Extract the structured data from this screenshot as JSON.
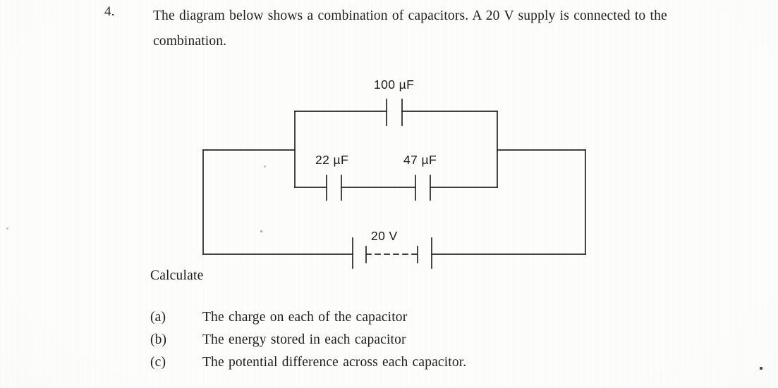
{
  "question": {
    "number": "4.",
    "text": "The diagram below shows a combination of capacitors. A 20 V supply is connected to the combination.",
    "calculate_label": "Calculate",
    "sub_questions": [
      {
        "tag": "(a)",
        "text": "The charge on each of the capacitor"
      },
      {
        "tag": "(b)",
        "text": "The energy stored in each capacitor"
      },
      {
        "tag": "(c)",
        "text": "The potential difference across each capacitor."
      }
    ]
  },
  "circuit": {
    "components": [
      {
        "name": "capacitor-100uf",
        "label": "100 µF",
        "value": 100,
        "unit": "µF",
        "position": "parallel-branch-top"
      },
      {
        "name": "capacitor-22uf",
        "label": "22 µF",
        "value": 22,
        "unit": "µF",
        "position": "parallel-branch-bottom-left"
      },
      {
        "name": "capacitor-47uf",
        "label": "47 µF",
        "value": 47,
        "unit": "µF",
        "position": "parallel-branch-bottom-right"
      },
      {
        "name": "battery-20v",
        "label": "20 V",
        "value": 20,
        "unit": "V",
        "position": "outer-loop-bottom"
      }
    ],
    "labels": {
      "c100": "100 µF",
      "c22": "22 µF",
      "c47": "47 µF",
      "battery": "20 V"
    },
    "line_color": "#262626"
  },
  "colors": {
    "paper": "#fdfdfc",
    "ink": "#1d1d1d",
    "line": "#262626"
  }
}
